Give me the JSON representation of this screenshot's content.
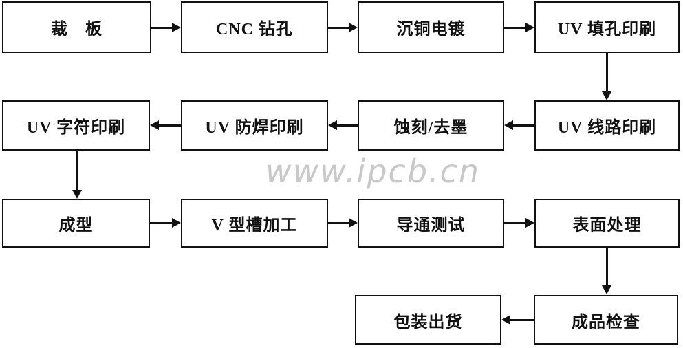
{
  "diagram": {
    "type": "flowchart",
    "subject": "PCB manufacturing process flow",
    "watermark": "www.ipcb.cn",
    "steps": [
      {
        "id": "cutting",
        "label": "裁　板"
      },
      {
        "id": "cnc-drilling",
        "label": "CNC 钻孔"
      },
      {
        "id": "copper-plating",
        "label": "沉铜电镀"
      },
      {
        "id": "uv-hole-fill-print",
        "label": "UV 填孔印刷"
      },
      {
        "id": "uv-circuit-print",
        "label": "UV 线路印刷"
      },
      {
        "id": "etching-deink",
        "label": "蚀刻/去墨"
      },
      {
        "id": "uv-soldermask-print",
        "label": "UV 防焊印刷"
      },
      {
        "id": "uv-legend-print",
        "label": "UV 字符印刷"
      },
      {
        "id": "forming",
        "label": "成型"
      },
      {
        "id": "v-groove",
        "label": "V 型槽加工"
      },
      {
        "id": "continuity-test",
        "label": "导通测试"
      },
      {
        "id": "surface-treatment",
        "label": "表面处理"
      },
      {
        "id": "final-inspection",
        "label": "成品检查"
      },
      {
        "id": "packing-shipping",
        "label": "包装出货"
      }
    ],
    "connections": [
      {
        "from": "cutting",
        "to": "cnc-drilling",
        "direction": "right"
      },
      {
        "from": "cnc-drilling",
        "to": "copper-plating",
        "direction": "right"
      },
      {
        "from": "copper-plating",
        "to": "uv-hole-fill-print",
        "direction": "right"
      },
      {
        "from": "uv-hole-fill-print",
        "to": "uv-circuit-print",
        "direction": "down"
      },
      {
        "from": "uv-circuit-print",
        "to": "etching-deink",
        "direction": "left"
      },
      {
        "from": "etching-deink",
        "to": "uv-soldermask-print",
        "direction": "left"
      },
      {
        "from": "uv-soldermask-print",
        "to": "uv-legend-print",
        "direction": "left"
      },
      {
        "from": "uv-legend-print",
        "to": "forming",
        "direction": "down"
      },
      {
        "from": "forming",
        "to": "v-groove",
        "direction": "right"
      },
      {
        "from": "v-groove",
        "to": "continuity-test",
        "direction": "right"
      },
      {
        "from": "continuity-test",
        "to": "surface-treatment",
        "direction": "right"
      },
      {
        "from": "surface-treatment",
        "to": "final-inspection",
        "direction": "down"
      },
      {
        "from": "final-inspection",
        "to": "packing-shipping",
        "direction": "left"
      }
    ],
    "colors": {
      "background": "#ffffff",
      "box_fill": "#ffffff",
      "box_border": "#111111",
      "arrow": "#111111",
      "text": "#111111",
      "watermark": "#c8c8c8"
    }
  }
}
